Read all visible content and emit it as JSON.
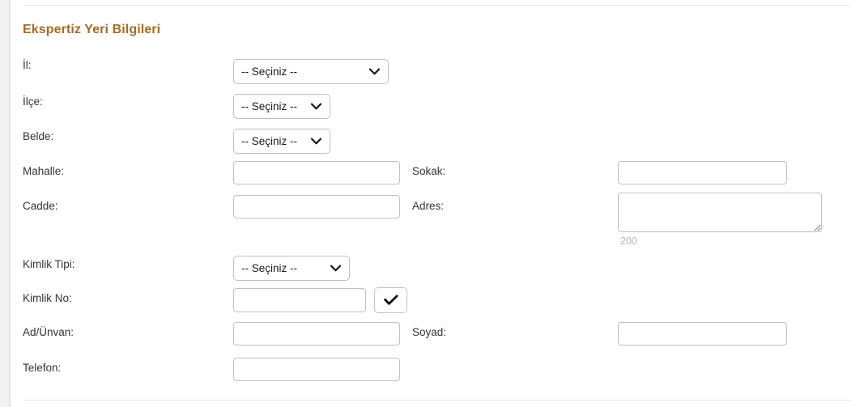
{
  "section": {
    "title": "Ekspertiz Yeri Bilgileri",
    "title_color": "#a96a21"
  },
  "fields": {
    "il": {
      "label": "İl:",
      "control": "select",
      "value": "-- Seçiniz --",
      "options": [
        "-- Seçiniz --"
      ]
    },
    "ilce": {
      "label": "İlçe:",
      "control": "select",
      "value": "-- Seçiniz --",
      "options": [
        "-- Seçiniz --"
      ]
    },
    "belde": {
      "label": "Belde:",
      "control": "select",
      "value": "-- Seçiniz --",
      "options": [
        "-- Seçiniz --"
      ]
    },
    "mahalle": {
      "label": "Mahalle:",
      "control": "text",
      "value": "",
      "placeholder": ""
    },
    "sokak": {
      "label": "Sokak:",
      "control": "text",
      "value": "",
      "placeholder": ""
    },
    "cadde": {
      "label": "Cadde:",
      "control": "text",
      "value": "",
      "placeholder": ""
    },
    "adres": {
      "label": "Adres:",
      "control": "textarea",
      "value": "",
      "placeholder": "",
      "counter": "200"
    },
    "kimlik_tipi": {
      "label": "Kimlik Tipi:",
      "control": "select",
      "value": "-- Seçiniz --",
      "options": [
        "-- Seçiniz --"
      ]
    },
    "kimlik_no": {
      "label": "Kimlik No:",
      "control": "text",
      "value": "",
      "placeholder": "",
      "verify_button_icon": "check-icon"
    },
    "ad_unvan": {
      "label": "Ad/Ünvan:",
      "control": "text",
      "value": "",
      "placeholder": ""
    },
    "soyad": {
      "label": "Soyad:",
      "control": "text",
      "value": "",
      "placeholder": ""
    },
    "telefon": {
      "label": "Telefon:",
      "control": "text",
      "value": "",
      "placeholder": ""
    }
  }
}
